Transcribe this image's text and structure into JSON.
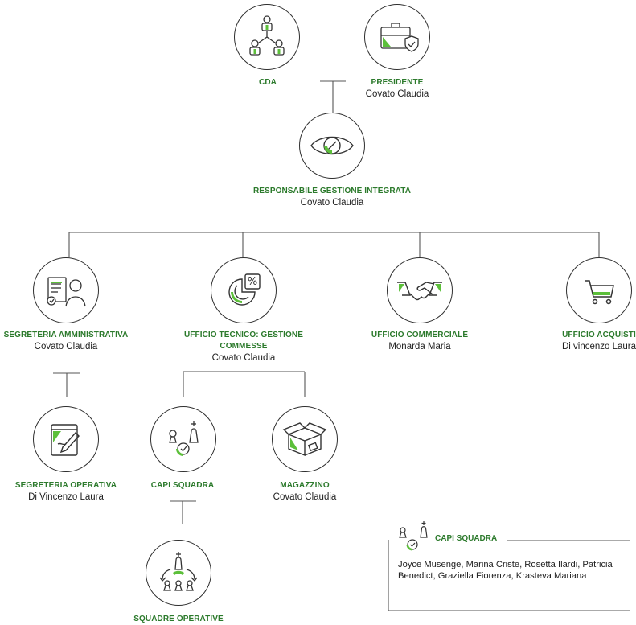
{
  "nodes": {
    "cda": {
      "role": "CDA",
      "name": ""
    },
    "presidente": {
      "role": "PRESIDENTE",
      "name": "Covato Claudia"
    },
    "responsabile": {
      "role": "RESPONSABILE GESTIONE INTEGRATA",
      "name": "Covato Claudia"
    },
    "segreteria_amm": {
      "role": "SEGRETERIA AMMINISTRATIVA",
      "name": "Covato Claudia"
    },
    "ufficio_tecnico": {
      "role": "UFFICIO TECNICO: GESTIONE COMMESSE",
      "name": "Covato Claudia"
    },
    "ufficio_commerciale": {
      "role": "UFFICIO COMMERCIALE",
      "name": "Monarda Maria"
    },
    "ufficio_acquisti": {
      "role": "UFFICIO ACQUISTI",
      "name": "Di vincenzo Laura"
    },
    "segreteria_op": {
      "role": "SEGRETERIA OPERATIVA",
      "name": "Di Vincenzo Laura"
    },
    "capi_squadra": {
      "role": "CAPI SQUADRA",
      "name": ""
    },
    "magazzino": {
      "role": "MAGAZZINO",
      "name": "Covato Claudia"
    },
    "squadre_operative": {
      "role": "SQUADRE OPERATIVE",
      "name": ""
    }
  },
  "legend": {
    "title": "CAPI SQUADRA",
    "text": "Joyce Musenge, Marina Criste,  Rosetta Ilardi, Patricia Benedict, Graziella Fiorenza, Krasteva Mariana"
  },
  "icons": {
    "cda": "org-chart-people-icon",
    "presidente": "briefcase-shield-icon",
    "responsabile": "eye-icon",
    "segreteria_amm": "document-person-icon",
    "ufficio_tecnico": "percent-pie-chart-icon",
    "ufficio_commerciale": "handshake-icon",
    "ufficio_acquisti": "shopping-cart-icon",
    "segreteria_op": "notepad-pencil-icon",
    "capi_squadra": "chess-pieces-icon",
    "magazzino": "open-box-icon",
    "squadre_operative": "chess-team-icon"
  },
  "colors": {
    "accent": "#2c7a2c",
    "icon_green": "#5cbf3a",
    "line": "#2f2f2f"
  }
}
